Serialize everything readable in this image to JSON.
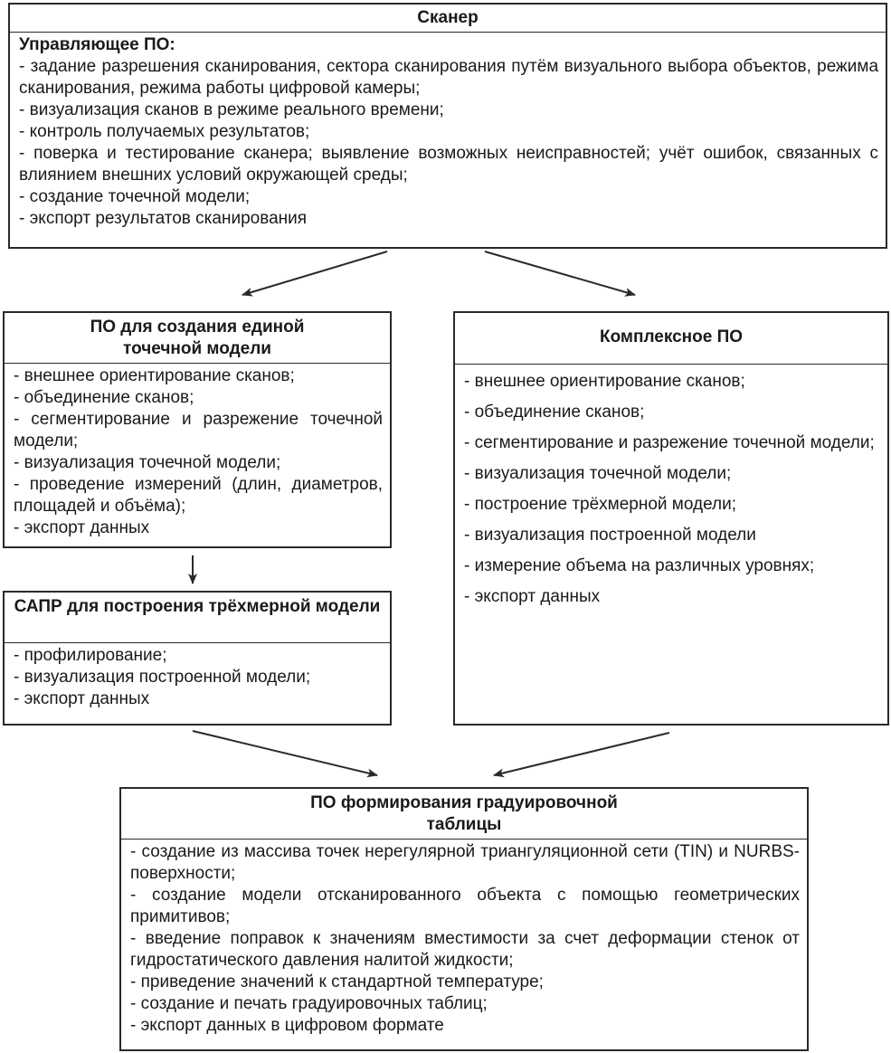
{
  "scanner": {
    "title": "Сканер",
    "subheading": "Управляющее ПО:",
    "items": [
      "задание разрешения сканирования, сектора сканирования путём визуального выбора объектов, режима сканирования, режима работы цифровой камеры;",
      "визуализация сканов в режиме реального времени;",
      "контроль получаемых результатов;",
      "поверка и тестирование сканера; выявление возможных неисправностей; учёт ошибок, связанных с влиянием внешних условий окружающей среды;",
      "создание точечной модели;",
      "экспорт результатов сканирования"
    ]
  },
  "point_model": {
    "title": "ПО для создания единой точечной модели",
    "items": [
      "внешнее ориентирование сканов;",
      "объединение сканов;",
      "сегментирование и разрежение точечной модели;",
      "визуализация точечной модели;",
      "проведение измерений (длин, диаметров, площадей и объёма);",
      "экспорт данных"
    ]
  },
  "complex": {
    "title": "Комплексное ПО",
    "items": [
      "внешнее ориентирование сканов;",
      "объединение сканов;",
      "сегментирование и разрежение точечной модели;",
      "визуализация точечной модели;",
      "построение трёхмерной модели;",
      "визуализация построенной модели",
      "измерение объема на различных уровнях;",
      "экспорт данных"
    ]
  },
  "cad": {
    "title": "САПР для построения трёхмерной модели",
    "items": [
      "профилирование;",
      "визуализация построенной модели;",
      "экспорт данных"
    ]
  },
  "calibration": {
    "title": "ПО формирования градуировочной таблицы",
    "items": [
      "создание из массива точек нерегулярной триангуляционной сети (TIN) и NURBS-поверхности;",
      "создание модели отсканированного объекта с помощью геометрических примитивов;",
      "введение поправок к значениям вместимости за счет деформации стенок от гидростатического давления налитой жидкости;",
      "приведение значений к стандартной температуре;",
      "создание и печать градуировочных таблиц;",
      "экспорт данных в цифровом формате"
    ]
  }
}
